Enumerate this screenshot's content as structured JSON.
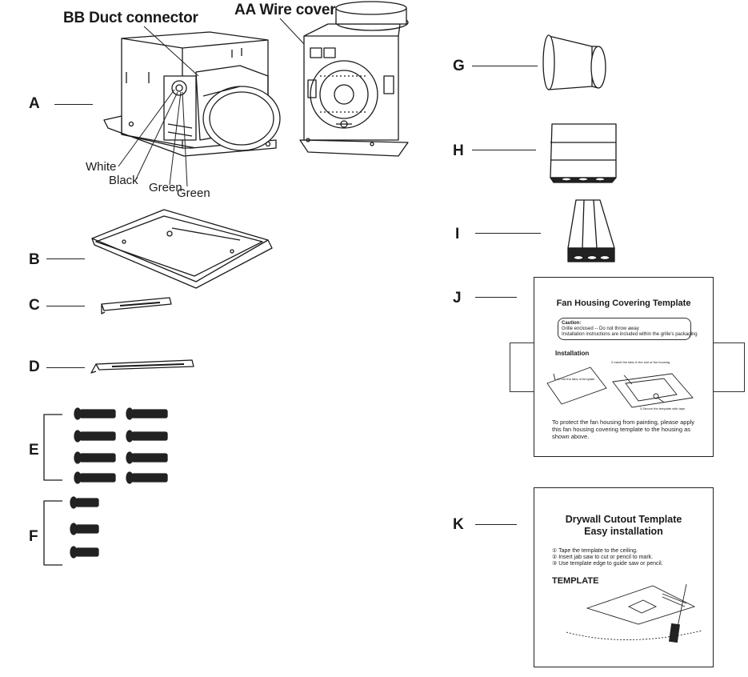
{
  "labels": {
    "duct_connector": "BB Duct connector",
    "wire_cover": "AA Wire cover",
    "wire_white": "White",
    "wire_black": "Black",
    "wire_green_1": "Green",
    "wire_green_2": "Green"
  },
  "parts": [
    {
      "letter": "A"
    },
    {
      "letter": "B"
    },
    {
      "letter": "C"
    },
    {
      "letter": "D"
    },
    {
      "letter": "E"
    },
    {
      "letter": "F"
    },
    {
      "letter": "G"
    },
    {
      "letter": "H"
    },
    {
      "letter": "I"
    },
    {
      "letter": "J"
    },
    {
      "letter": "K"
    }
  ],
  "template_j": {
    "title": "Fan Housing Covering Template",
    "caution_heading": "Caution:",
    "caution_line1": "Grille enclosed -- Do not throw away",
    "caution_line2": "Installation instructions are included within the grille's packaging",
    "installation_heading": "Installation",
    "step1": "1.Fold the tabs of template",
    "step2": "2.Insert the tabs in the slot of fan housing",
    "step3": "3.Secure the template with tape",
    "footer": "To protect the fan housing from painting, please apply this fan housing covering template to the housing as shown above."
  },
  "template_k": {
    "title_line1": "Drywall Cutout Template",
    "title_line2": "Easy installation",
    "step1": "① Tape the template to the ceiling.",
    "step2": "② Insert jab saw to cut or pencil to mark.",
    "step3": "③ Use template edge to guide saw or pencil.",
    "template_label": "TEMPLATE"
  }
}
